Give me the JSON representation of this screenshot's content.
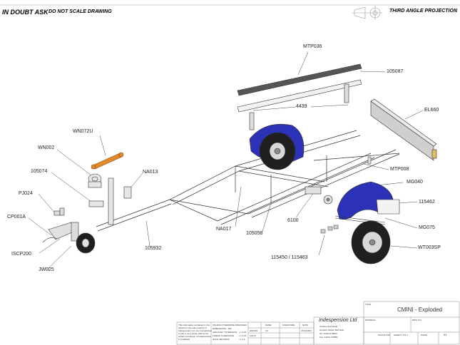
{
  "header": {
    "title": "IN DOUBT ASK",
    "note": "DO NOT SCALE DRAWING",
    "projection": "THIRD ANGLE PROJECTION"
  },
  "labels": {
    "mtp036": "MTP036",
    "n105087": "105087",
    "n4439": "4439",
    "el660": "EL660",
    "wn072u": "WN072U",
    "wn002": "WN002",
    "n105074": "105074",
    "na013": "NA013",
    "mtp008": "MTP008",
    "pj024": "PJ024",
    "mg040": "MG040",
    "cp001a": "CP001A",
    "n115462": "115462",
    "na017": "NA017",
    "n105058": "105058",
    "n6100": "6100",
    "mg075": "MG075",
    "iscp200": "ISCP200",
    "n105932": "105932",
    "wt003sp": "WT003SP",
    "jw025": "JW025",
    "n115450": "115450 / 115463"
  },
  "title_block": {
    "title_caption": "TITLE:",
    "title": "CMINI - Exploded",
    "company": "Indespension Ltd",
    "address": [
      "Chorley New Road,",
      "Horwich, Bolton BL6 6HG.",
      "Tel. 01204 478500",
      "Fax. 01204 478581"
    ],
    "material_caption": "MATERIAL:",
    "dwg_caption": "DWG NO.",
    "scale_caption": "SCALE:1:50",
    "sheet_caption": "SHEET 1 OF 1",
    "issue_caption": "ISSUE",
    "issue": "01",
    "col_name": "NAME",
    "col_signature": "SIGNATURE",
    "col_date": "DATE",
    "drawn_caption": "DRAWN",
    "drawn_name": "CC",
    "drawn_date": "27/11/2004",
    "chkd_caption": "CHK'D",
    "notes": [
      "This information contained in this",
      "drawing is the sole property of",
      "Indespension Ltd. Any reproduction",
      "in part or as a whole without the",
      "written permission of Indespension",
      "is prohibited."
    ],
    "tolerance": [
      "UNLESS OTHERWISE SPECIFIED:",
      "DIMENSIONS - MM",
      "ANGULAR: TOLERANCE",
      "LINEAR TOLERANCE",
      "HOLE CENTRES:"
    ],
    "tol_values": [
      "+/- 0.25",
      "+/- 0.25",
      "+/- 0.2"
    ]
  },
  "colors": {
    "mudguard": "#2b32b8",
    "handle": "#e08a2a",
    "line": "#333333",
    "frame_fill": "#e6e6e6"
  }
}
